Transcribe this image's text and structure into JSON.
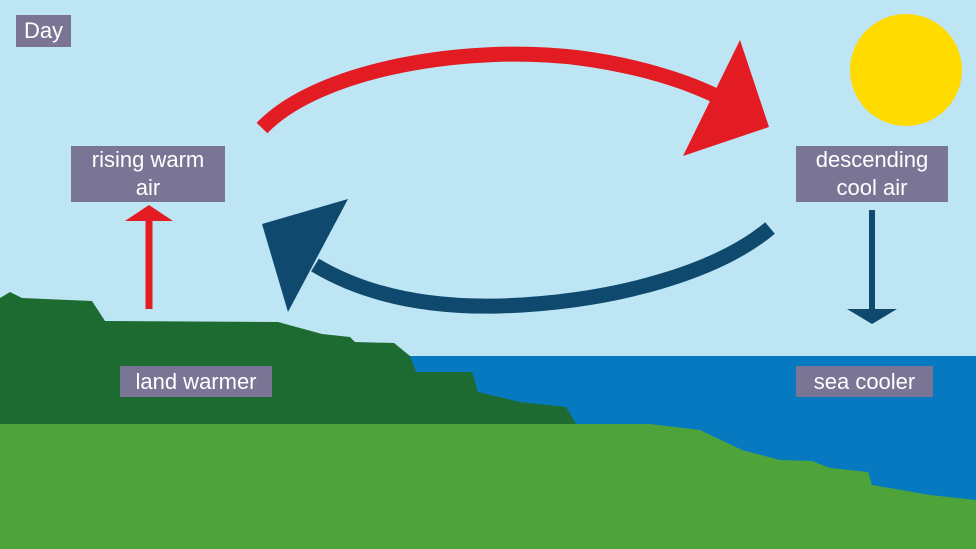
{
  "period_label": "Day",
  "labels": {
    "rising_air": [
      "rising warm",
      "air"
    ],
    "descending_air": [
      "descending",
      "cool air"
    ],
    "land": "land warmer",
    "sea": "sea cooler"
  },
  "colors": {
    "sky": "#bde5f3",
    "sun": "#ffdb00",
    "warm_arrow": "#e31b23",
    "cool_arrow": "#0f4a6e",
    "land_dark": "#1e6b31",
    "land_light": "#4ea43b",
    "sea": "#0679c0",
    "label_bg": "#7b7595"
  }
}
